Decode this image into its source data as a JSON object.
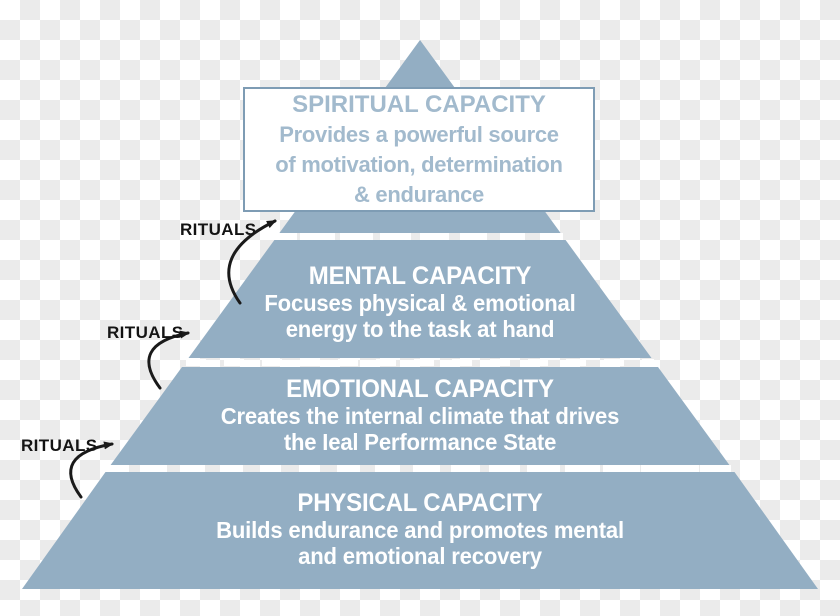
{
  "colors": {
    "pyramid_fill": "#93aec3",
    "divider": "#ffffff",
    "box_border": "#7e9cb4",
    "box_background": "#ffffff",
    "box_text": "#a2bacd",
    "pyramid_text": "#ffffff",
    "rituals_text": "#141414",
    "arrow": "#1a1a1a",
    "checker_light": "#ffffff",
    "checker_dark": "#ebebeb"
  },
  "pyramid": {
    "spiritual": {
      "title": "SPIRITUAL CAPACITY",
      "line1": "Provides a powerful source",
      "line2": "of motivation, determination",
      "line3": "& endurance"
    },
    "mental": {
      "title": "MENTAL CAPACITY",
      "line1": "Focuses physical & emotional",
      "line2": "energy to the task at hand"
    },
    "emotional": {
      "title": "EMOTIONAL CAPACITY",
      "line1": "Creates the internal climate that drives",
      "line2": "the Ieal Performance State"
    },
    "physical": {
      "title": "PHYSICAL CAPACITY",
      "line1": "Builds endurance and promotes mental",
      "line2": "and emotional recovery"
    }
  },
  "rituals": {
    "label": "RITUALS"
  }
}
